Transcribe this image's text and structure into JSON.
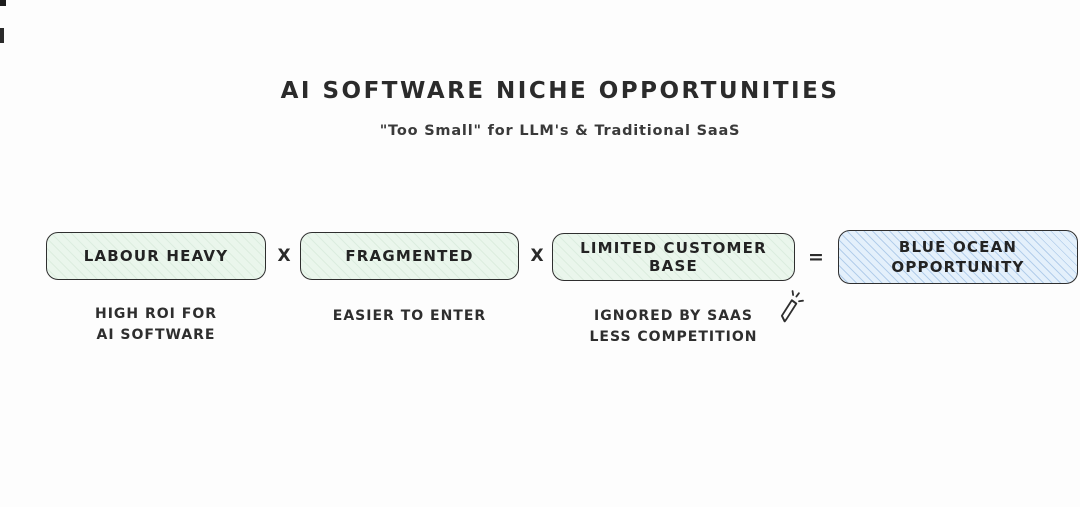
{
  "header": {
    "title": "AI SOFTWARE NICHE OPPORTUNITIES",
    "subtitle": "\"Too Small\" for LLM's & Traditional SaaS"
  },
  "diagram": {
    "boxes": [
      {
        "label": "LABOUR HEAVY",
        "caption_lines": [
          "HIGH ROI FOR",
          "AI SOFTWARE"
        ]
      },
      {
        "label": "FRAGMENTED",
        "caption_lines": [
          "EASIER TO ENTER"
        ]
      },
      {
        "label": "LIMITED CUSTOMER BASE",
        "caption_lines": [
          "IGNORED BY SAAS",
          "LESS COMPETITION"
        ]
      }
    ],
    "operators": {
      "op1": "X",
      "op2": "X",
      "equals": "="
    },
    "result": {
      "label_lines": [
        "BLUE OCEAN",
        "OPPORTUNITY"
      ]
    },
    "colors": {
      "factor_fill": "#eaf6ec",
      "result_fill": "#e4f0fb",
      "result_hatch": "#78a5d7",
      "border": "#2f2f2f",
      "text": "#232323"
    },
    "icons": {
      "cursor": "pen-cursor"
    }
  }
}
